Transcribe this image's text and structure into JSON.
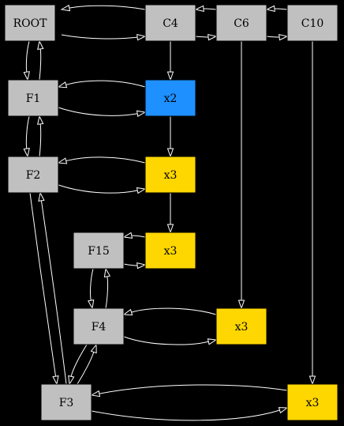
{
  "colors": {
    "background": "#000000",
    "edge": "#ffffff",
    "node_default": "#c0c0c0",
    "node_highlight": "#1e90ff",
    "node_leaf": "#ffd700"
  },
  "nodes": [
    {
      "id": "root",
      "label": "ROOT",
      "fill": "#c0c0c0"
    },
    {
      "id": "c4",
      "label": "C4",
      "fill": "#c0c0c0"
    },
    {
      "id": "c6",
      "label": "C6",
      "fill": "#c0c0c0"
    },
    {
      "id": "c10",
      "label": "C10",
      "fill": "#c0c0c0"
    },
    {
      "id": "f1",
      "label": "F1",
      "fill": "#c0c0c0"
    },
    {
      "id": "x2",
      "label": "x2",
      "fill": "#1e90ff"
    },
    {
      "id": "f2",
      "label": "F2",
      "fill": "#c0c0c0"
    },
    {
      "id": "x3a",
      "label": "x3",
      "fill": "#ffd700"
    },
    {
      "id": "f15",
      "label": "F15",
      "fill": "#c0c0c0"
    },
    {
      "id": "x3b",
      "label": "x3",
      "fill": "#ffd700"
    },
    {
      "id": "f4",
      "label": "F4",
      "fill": "#c0c0c0"
    },
    {
      "id": "x3c",
      "label": "x3",
      "fill": "#ffd700"
    },
    {
      "id": "f3",
      "label": "F3",
      "fill": "#c0c0c0"
    },
    {
      "id": "x3d",
      "label": "x3",
      "fill": "#ffd700"
    }
  ],
  "edges": [
    {
      "from": "root",
      "to": "c4"
    },
    {
      "from": "c4",
      "to": "root"
    },
    {
      "from": "c4",
      "to": "c6"
    },
    {
      "from": "c6",
      "to": "c4"
    },
    {
      "from": "c6",
      "to": "c10"
    },
    {
      "from": "c10",
      "to": "c6"
    },
    {
      "from": "root",
      "to": "f1"
    },
    {
      "from": "f1",
      "to": "root"
    },
    {
      "from": "c4",
      "to": "x2"
    },
    {
      "from": "f1",
      "to": "x2"
    },
    {
      "from": "x2",
      "to": "f1"
    },
    {
      "from": "f1",
      "to": "f2"
    },
    {
      "from": "f2",
      "to": "f1"
    },
    {
      "from": "x2",
      "to": "x3a"
    },
    {
      "from": "f2",
      "to": "x3a"
    },
    {
      "from": "x3a",
      "to": "f2"
    },
    {
      "from": "x3a",
      "to": "x3b"
    },
    {
      "from": "f15",
      "to": "x3b"
    },
    {
      "from": "x3b",
      "to": "f15"
    },
    {
      "from": "c6",
      "to": "x3c"
    },
    {
      "from": "f15",
      "to": "f4"
    },
    {
      "from": "f4",
      "to": "f15"
    },
    {
      "from": "f4",
      "to": "x3c"
    },
    {
      "from": "x3c",
      "to": "f4"
    },
    {
      "from": "f2",
      "to": "f3"
    },
    {
      "from": "f3",
      "to": "f2"
    },
    {
      "from": "f4",
      "to": "f3"
    },
    {
      "from": "f3",
      "to": "f4"
    },
    {
      "from": "c10",
      "to": "x3d"
    },
    {
      "from": "f3",
      "to": "x3d"
    },
    {
      "from": "x3d",
      "to": "f3"
    }
  ]
}
